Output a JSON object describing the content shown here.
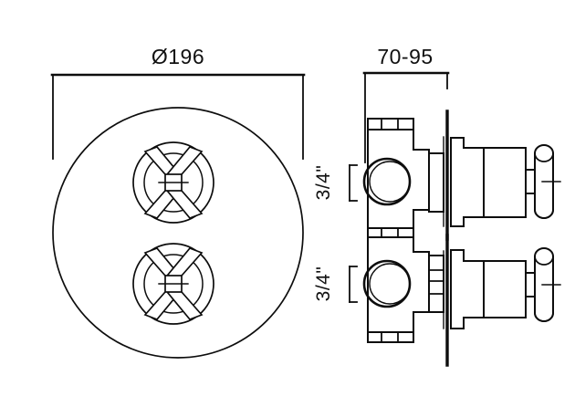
{
  "drawing": {
    "title": "Thermostatic shower valve technical drawing",
    "background_color": "#ffffff",
    "line_color": "#0d0d0d",
    "views": {
      "front": {
        "name": "front-elevation",
        "faceplate_shape": "circle",
        "handle_count": 2,
        "handle_style": "cross-handle"
      },
      "side": {
        "name": "side-section",
        "valve_count": 2
      }
    }
  },
  "dimensions": {
    "diameter": {
      "label": "Ø196",
      "name": "faceplate-diameter",
      "value": 196,
      "symbol": "Ø",
      "unit": "mm"
    },
    "depth": {
      "label": "70-95",
      "name": "wall-depth-range",
      "min": 70,
      "max": 95,
      "unit": "mm"
    },
    "inlet_top": {
      "label": "3/4\"",
      "name": "inlet-size-top",
      "value": "3/4",
      "unit": "inch"
    },
    "inlet_bottom": {
      "label": "3/4\"",
      "name": "inlet-size-bottom",
      "value": "3/4",
      "unit": "inch"
    }
  }
}
